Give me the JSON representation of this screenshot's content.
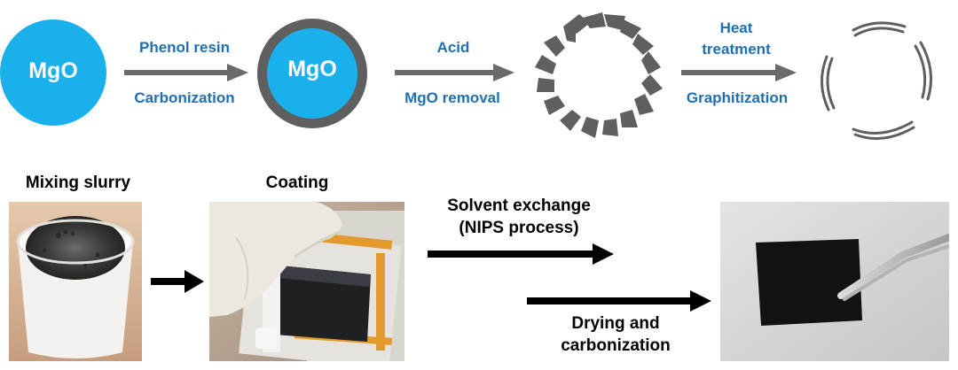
{
  "top_row": {
    "particle1_label": "MgO",
    "particle2_label": "MgO",
    "step1": {
      "label_top": "Phenol resin",
      "label_bottom": "Carbonization"
    },
    "step2": {
      "label_top": "Acid",
      "label_bottom": "MgO removal"
    },
    "step3": {
      "label_top": "Heat\ntreatment",
      "label_bottom": "Graphitization"
    }
  },
  "bottom_row": {
    "photo1_caption": "Mixing slurry",
    "photo2_caption": "Coating",
    "step_upper": "Solvent exchange\n(NIPS process)",
    "step_lower": "Drying and\ncarbonization"
  },
  "colors": {
    "mgo_blue": "#1ab0ec",
    "carbon_gray": "#5f5f5f",
    "label_blue": "#1f6fb2",
    "arrow_gray": "#6a6a6a"
  }
}
